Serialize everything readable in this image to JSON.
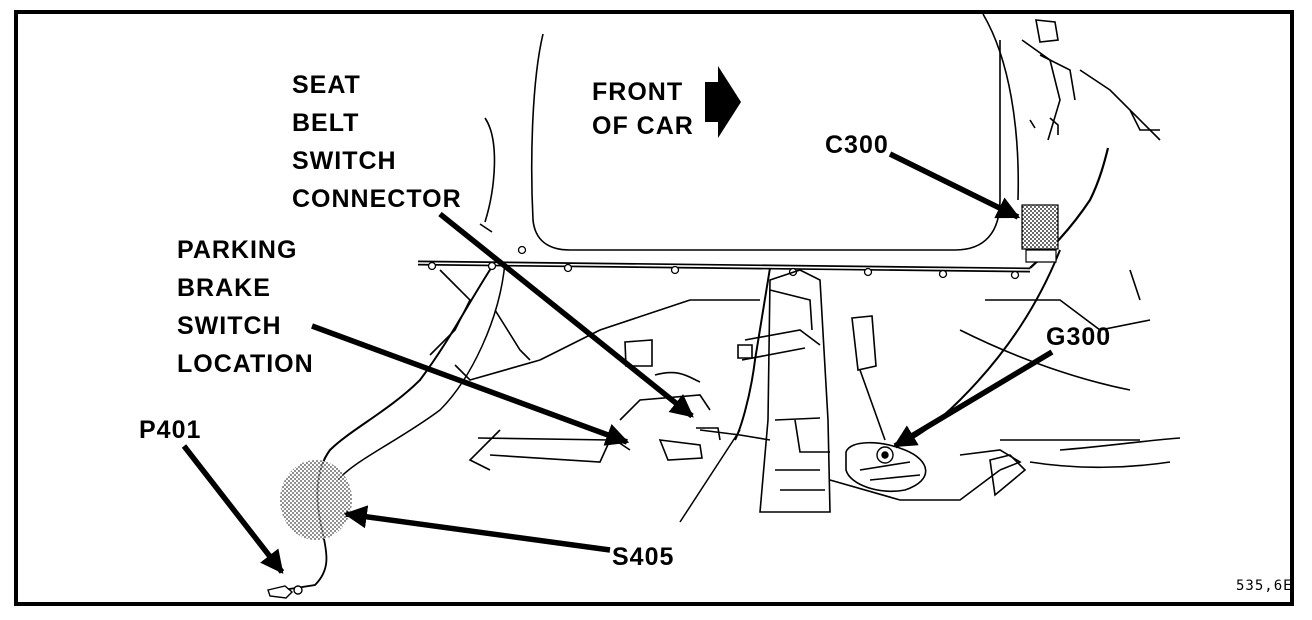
{
  "labels": {
    "front": [
      "FRONT",
      "OF CAR"
    ],
    "seat_belt": [
      "SEAT",
      "BELT",
      "SWITCH",
      "CONNECTOR"
    ],
    "parking_brake": [
      "PARKING",
      "BRAKE",
      "SWITCH",
      "LOCATION"
    ],
    "c300": "C300",
    "g300": "G300",
    "p401": "P401",
    "s405": "S405",
    "figure_code": "535,6E"
  }
}
